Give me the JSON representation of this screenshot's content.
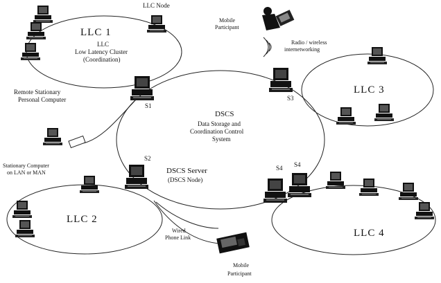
{
  "diagram": {
    "clusters": {
      "llc1": {
        "title": "LLC 1",
        "line1": "LLC",
        "line2": "Low Latency Cluster",
        "line3": "(Coordination)",
        "node_label": "LLC Node"
      },
      "llc2": {
        "title": "LLC 2"
      },
      "llc3": {
        "title": "LLC 3"
      },
      "llc4": {
        "title": "LLC 4"
      }
    },
    "dscs": {
      "title": "DSCS",
      "line1": "Data Storage and",
      "line2": "Coordination Control",
      "line3": "System"
    },
    "server": {
      "title": "DSCS Server",
      "subtitle": "(DSCS Node)"
    },
    "servers": [
      "S1",
      "S2",
      "S3",
      "S4",
      "S4"
    ],
    "remote_pc": {
      "line1": "Remote Stationary",
      "line2": "Personal Computer"
    },
    "stationary_pc": {
      "line1": "Stationary Computer",
      "line2": "on LAN or MAN"
    },
    "mobile_top": {
      "line1": "Mobile",
      "line2": "Participant"
    },
    "wireless": {
      "line1": "Radio / wireless",
      "line2": "internetworking"
    },
    "wired": {
      "line1": "Wired",
      "line2": "Phone Link"
    },
    "mobile_bottom": {
      "line1": "Mobile",
      "line2": "Participant"
    }
  }
}
